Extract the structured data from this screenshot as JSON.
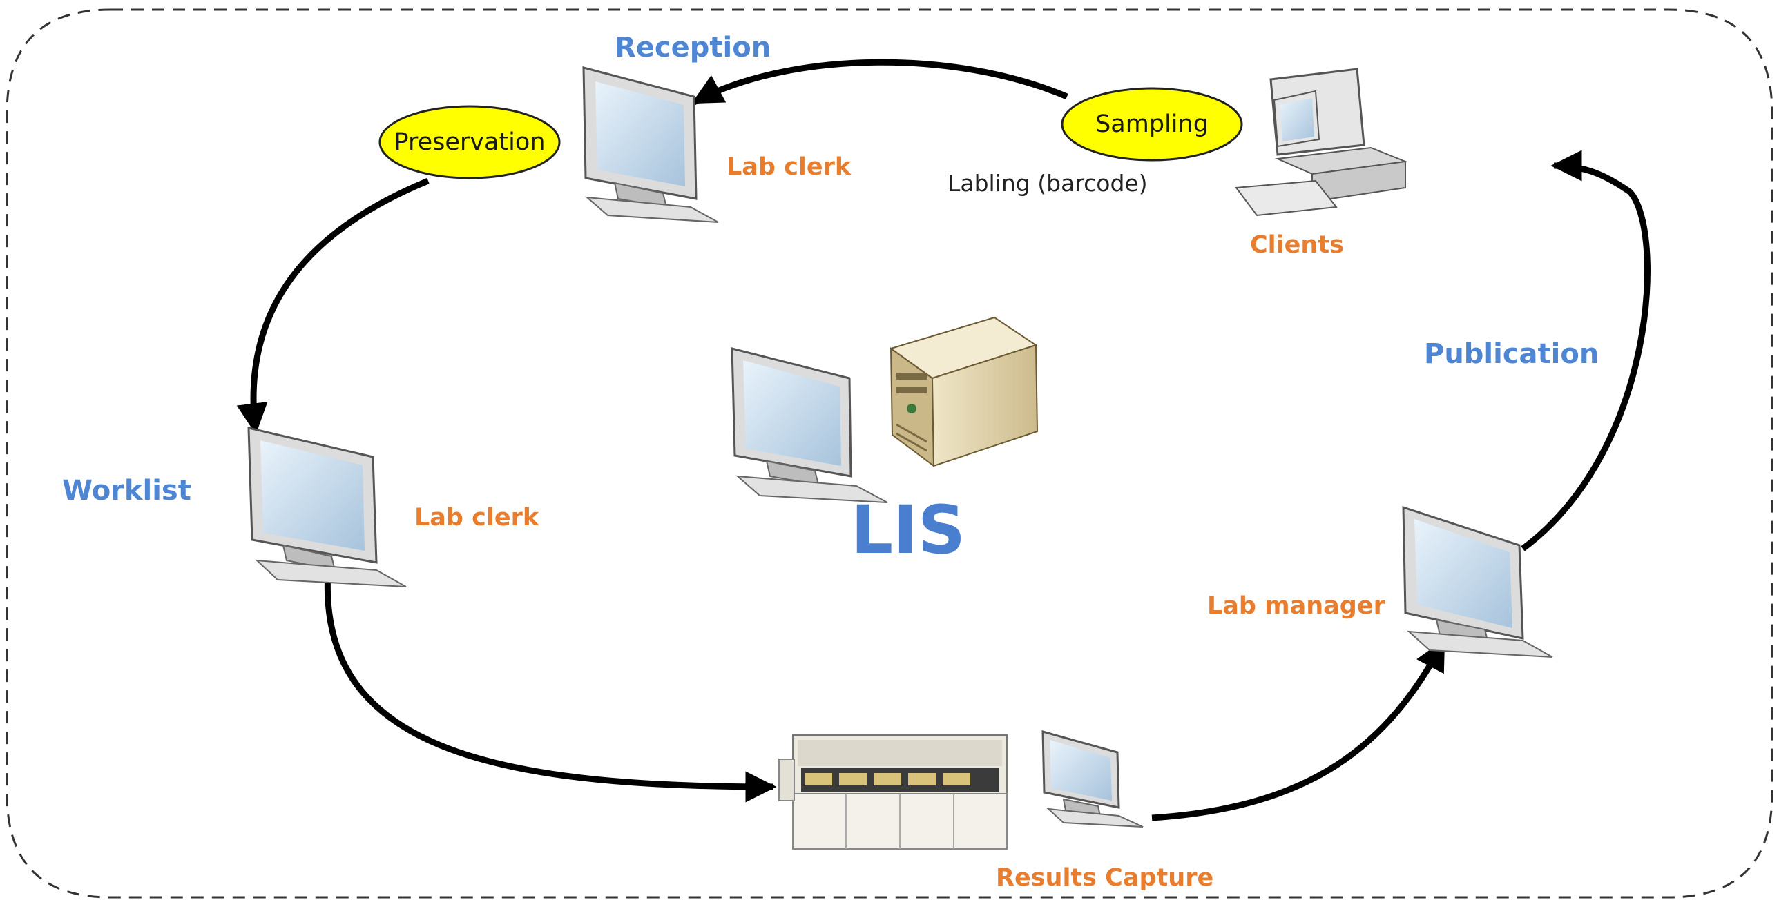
{
  "diagram": {
    "center_label": "LIS",
    "stages": {
      "reception": "Reception",
      "worklist": "Worklist",
      "publication": "Publication",
      "results_capture": "Results Capture"
    },
    "roles": {
      "reception_role": "Lab clerk",
      "worklist_role": "Lab clerk",
      "manager_role": "Lab manager",
      "clients": "Clients"
    },
    "ovals": {
      "preservation": "Preservation",
      "sampling": "Sampling"
    },
    "notes": {
      "labeling": "Labling (barcode)"
    },
    "colors": {
      "stage_text": "#4f86d4",
      "role_text": "#e87d2e",
      "oval_fill": "#ffff00",
      "lis_text": "#4a7fd0",
      "arrow": "#000000"
    },
    "icons": [
      "monitor-icon",
      "desktop-computer-icon",
      "server-tower-icon",
      "lab-analyzer-icon"
    ]
  }
}
